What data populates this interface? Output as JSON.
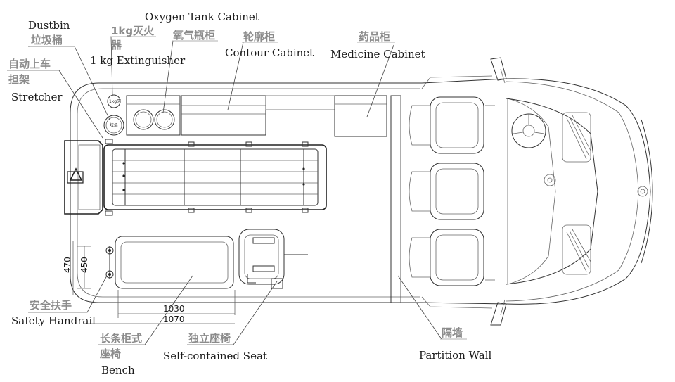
{
  "labels": {
    "dustbin_en": "Dustbin",
    "dustbin_cn": "垃圾桶",
    "extinguisher_cn_1": "1kg灭火",
    "extinguisher_cn_2": "器",
    "extinguisher_en": "1 kg Extinguisher",
    "oxygen_en": "Oxygen Tank Cabinet",
    "oxygen_cn": "氧气瓶柜",
    "contour_cn": "轮廓柜",
    "contour_en": "Contour Cabinet",
    "medicine_cn": "药品柜",
    "medicine_en": "Medicine Cabinet",
    "stretcher_cn_1": "自动上车",
    "stretcher_cn_2": "担架",
    "stretcher_en": "Stretcher",
    "handrail_cn": "安全扶手",
    "handrail_en": "Safety Handrail",
    "bench_cn_1": "长条柜式",
    "bench_cn_2": "座椅",
    "bench_en": "Bench",
    "seat_cn": "独立座椅",
    "seat_en": "Self-contained Seat",
    "partition_cn": "隔墙",
    "partition_en": "Partition Wall"
  },
  "dimensions": {
    "d1030": "1030",
    "d1070": "1070",
    "d450": "450",
    "d470": "470"
  },
  "drawing": {
    "extinguisher_tag": "1kg灭",
    "dustbin_tag": "垃圾"
  }
}
